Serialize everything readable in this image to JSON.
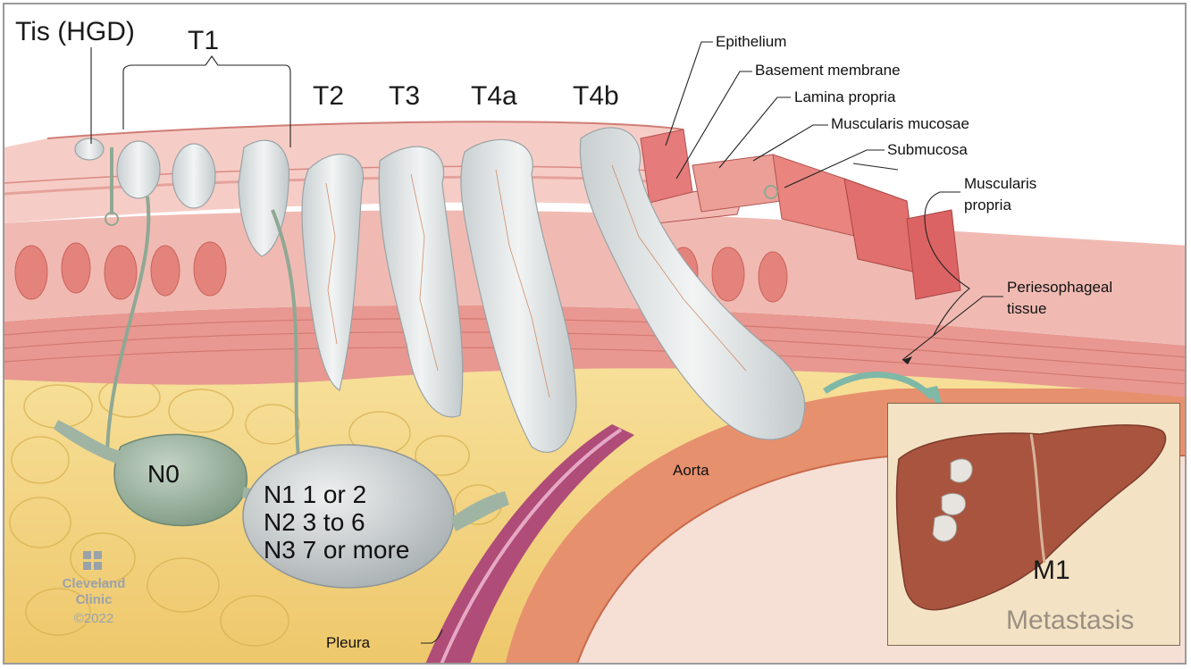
{
  "stages": {
    "tis": "Tis (HGD)",
    "t1": "T1",
    "t2": "T2",
    "t3": "T3",
    "t4a": "T4a",
    "t4b": "T4b"
  },
  "layers": {
    "epithelium": "Epithelium",
    "basement": "Basement membrane",
    "lamina": "Lamina propria",
    "mucosae": "Muscularis mucosae",
    "submucosa": "Submucosa",
    "propria_1": "Muscularis",
    "propria_2": "propria",
    "peri_1": "Periesophageal",
    "peri_2": "tissue"
  },
  "anatomy": {
    "aorta": "Aorta",
    "pleura": "Pleura"
  },
  "nodes": {
    "n0": "N0",
    "n1": "N1 1 or 2",
    "n2": "N2 3 to 6",
    "n3": "N3 7 or more"
  },
  "metastasis": {
    "m1": "M1",
    "caption": "Metastasis"
  },
  "brand": {
    "name_1": "Cleveland",
    "name_2": "Clinic",
    "copyright": "©2022"
  },
  "colors": {
    "mucosa": "#f4c7c0",
    "muscle": "#e9928d",
    "fat": "#f3d57a",
    "tumor": "#dde2e3",
    "aorta": "#e88a6a",
    "liver": "#a8533f",
    "node": "#9fb4a3"
  }
}
